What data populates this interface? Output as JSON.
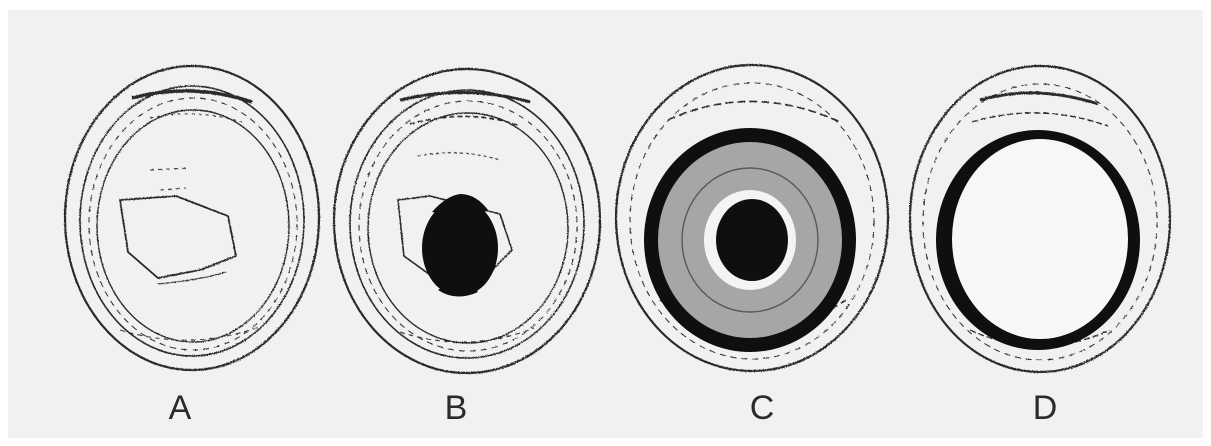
{
  "panels": [
    {
      "id": "A",
      "label": "A"
    },
    {
      "id": "B",
      "label": "B"
    },
    {
      "id": "C",
      "label": "C"
    },
    {
      "id": "D",
      "label": "D"
    }
  ],
  "colors": {
    "background": "#f1f1ef",
    "ink": "#2b2b2b",
    "dark_fill": "#0f0f0f",
    "gray_fill": "#a6a6a6"
  }
}
